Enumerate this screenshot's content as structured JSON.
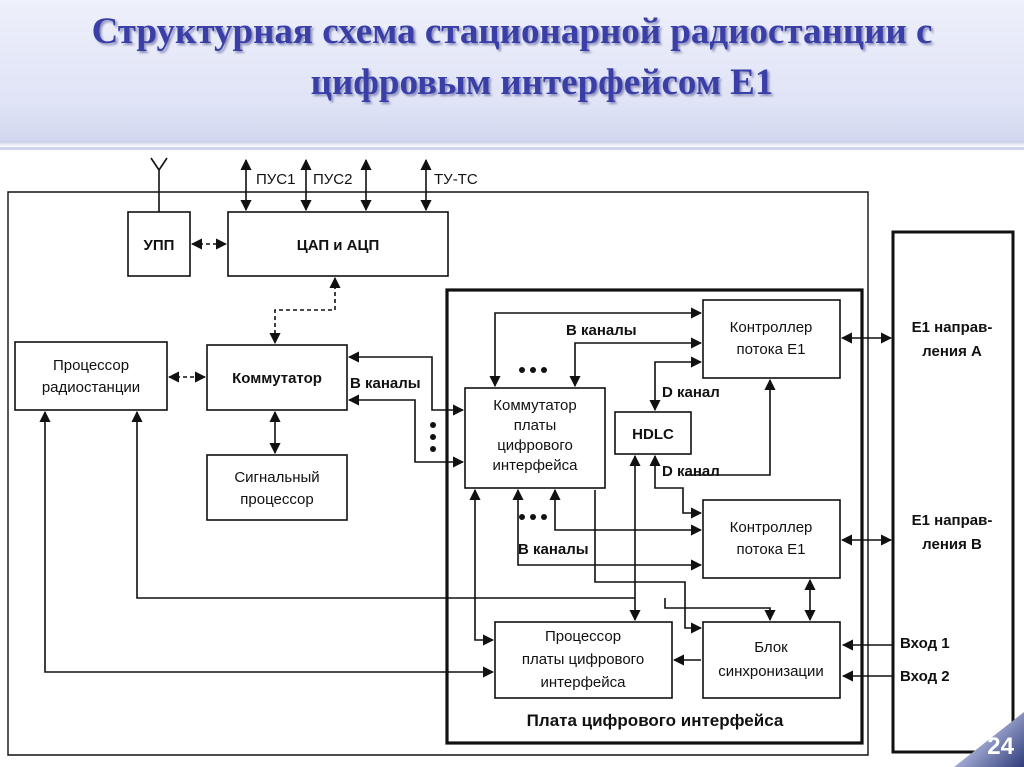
{
  "title": {
    "line1": "Структурная схема стационарной радиостанции с",
    "line2": "цифровым интерфейсом Е1"
  },
  "blocks": {
    "upp": "УПП",
    "dac_adc": "ЦАП и АЦП",
    "radio_cpu": [
      "Процессор",
      "радиостанции"
    ],
    "switch": "Коммутатор",
    "signal_cpu": [
      "Сигнальный",
      "процессор"
    ],
    "board_switch": [
      "Коммутатор",
      "платы",
      "цифрового",
      "интерфейса"
    ],
    "hdlc": "HDLC",
    "ctrl_a": [
      "Контроллер",
      "потока Е1"
    ],
    "ctrl_b": [
      "Контроллер",
      "потока Е1"
    ],
    "board_cpu": [
      "Процессор",
      "платы цифрового",
      "интерфейса"
    ],
    "sync": [
      "Блок",
      "синхронизации"
    ]
  },
  "labels": {
    "pus1": "ПУС1",
    "pus2": "ПУС2",
    "tu_ts": "ТУ-ТС",
    "b_channels": "В каналы",
    "d_channel": "D канал",
    "e1_dir_a": [
      "Е1 направ-",
      "ления А"
    ],
    "e1_dir_b": [
      "Е1 направ-",
      "ления В"
    ],
    "input1": "Вход 1",
    "input2": "Вход 2",
    "board_caption": "Плата цифрового интерфейса"
  },
  "page_number": "24"
}
